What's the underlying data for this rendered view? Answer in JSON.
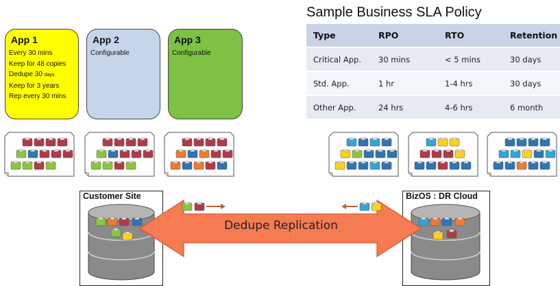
{
  "apps": [
    {
      "title": "App 1",
      "lines": [
        "Every 30 mins",
        "Keep for 48 copies",
        "Keep for 3  years",
        "Rep every 30 mins"
      ],
      "dedupe_main": "Dedupe 30 ",
      "dedupe_unit": "days",
      "color": "#ffff00"
    },
    {
      "title": "App 2",
      "lines": [
        "Configurable"
      ],
      "color": "#c6d6ea"
    },
    {
      "title": "App 3",
      "lines": [
        "Configurable"
      ],
      "color": "#7dc242"
    }
  ],
  "sla": {
    "title": "Sample Business SLA Policy",
    "headers": [
      "Type",
      "RPO",
      "RTO",
      "Retention"
    ],
    "rows": [
      [
        "Critical App.",
        "30 mins",
        "< 5 mins",
        "30 days"
      ],
      [
        "Std. App.",
        "1 hr",
        "1-4 hrs",
        "30 days"
      ],
      [
        "Other App.",
        "24 hrs",
        "4-6 hrs",
        "6 month"
      ]
    ]
  },
  "sites": {
    "customer": "Customer Site",
    "cloud": "BizOS : DR Cloud"
  },
  "replication": {
    "label": "Dedupe Replication"
  },
  "colors": {
    "red": "#b03a48",
    "blue": "#2e75b6",
    "green": "#8cc63f",
    "orange": "#f07a30",
    "yellow": "#ffd11a",
    "cyan": "#2fa6d9",
    "arrow": "#f47b52",
    "arrow_stroke": "#d9532c"
  }
}
